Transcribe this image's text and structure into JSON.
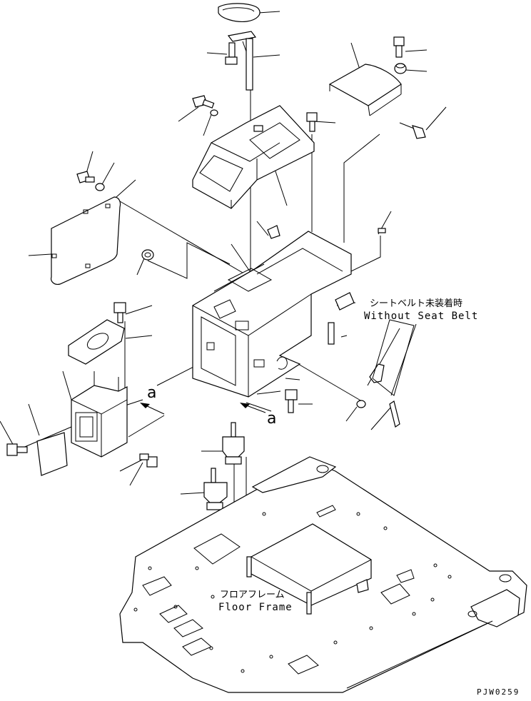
{
  "diagram": {
    "labels": {
      "seat_belt_jp": "シートベルト未装着時",
      "seat_belt_en": "Without Seat Belt",
      "floor_frame_jp": "フロアフレーム",
      "floor_frame_en": "Floor Frame",
      "ref_a_left": "a",
      "ref_a_right": "a",
      "drawing_code": "PJW0259"
    },
    "parts": [
      "grip-cover",
      "lever-rod",
      "bolt-top",
      "cover-plate-top-right",
      "bolt-right-upper",
      "nut-right",
      "bolt-right",
      "washer-bolt-left",
      "console-upper",
      "bolt-center",
      "bolt-far-left",
      "side-cover-plate",
      "grommet",
      "console-frame-box",
      "bracket-left",
      "side-box",
      "bolt-lower-left",
      "small-cover-plate",
      "bolt-lower",
      "damper-upper",
      "damper-lower",
      "floor-frame",
      "inner-box",
      "bolt-front",
      "cap",
      "seat-belt-bracket",
      "clip",
      "pin"
    ]
  }
}
